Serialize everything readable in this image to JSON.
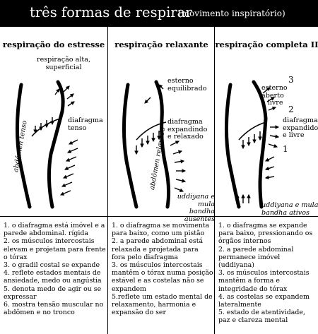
{
  "header": {
    "title": "três formas de respirar",
    "subtitle": "(movimento inspiratório)"
  },
  "columns": [
    {
      "title": "respiração do estresse",
      "labels": {
        "top": "respiração alta,\nsuperficial",
        "diaphragm": "diafragma\ntenso",
        "abdomen": "abdômen tenso"
      },
      "notes": [
        "1. o diafragma está imóvel e a parede abdominal. rígida",
        "2. os músculos intercostais elevam e projetam para frente o tórax",
        "3. o gradil costal se expande",
        "4. reflete estados mentais de ansiedade, medo ou angústia",
        "5. denota medo de agir ou se expressar",
        "6. mostra tensão muscular no abdômen e no tronco"
      ]
    },
    {
      "title": "respiração relaxante",
      "labels": {
        "sternum": "esterno\nequilibrado",
        "diaphragm": "diafragma\nexpandindo\ne relaxado",
        "abdomen": "abdômen relaxado",
        "bandha": "uddiyana e mula\nbandha ausentes"
      },
      "notes": [
        "1. o diafragma se movimenta para baixo, como um pistão",
        "2. a parede abdominal está relaxada e projetada para fora pelo diafragma",
        "3. os músculos intercostais mantêm o tórax numa posição estável e as costelas não se expandem",
        "5.reflete um estado mental de relaxamento, harmonia e expansão do ser"
      ]
    },
    {
      "title": "respiração completa II",
      "labels": {
        "sternum": "esterno\naberto\ne livre",
        "diaphragm": "diafragma\nexpandido\ne livre",
        "bandha": "uddiyana e mula\nbandha ativos",
        "n1": "1",
        "n2": "2",
        "n3": "3"
      },
      "notes": [
        "1. o diafragma se expande para baixo, pressionando os órgãos internos",
        "2. a parede abdominal permanece imóvel (uddiyana)",
        "3. os músculos intercostais mantêm a forma e integridade do tórax",
        "4. as costelas se expandem lateralmente",
        "5. estado de atentividade, paz e clareza mental"
      ]
    }
  ]
}
